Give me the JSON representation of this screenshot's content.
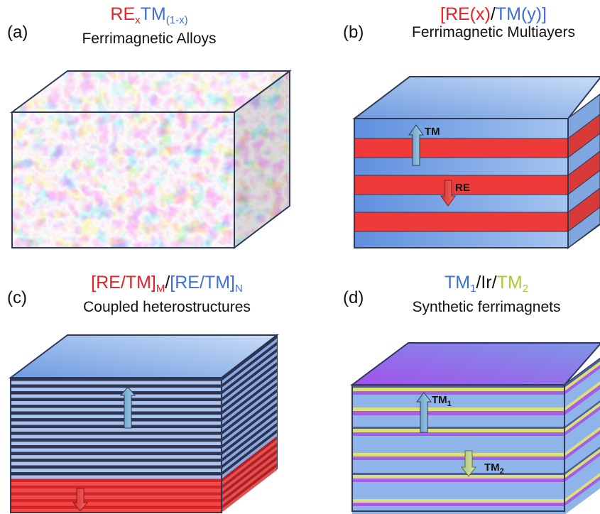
{
  "panels": [
    {
      "id": "a",
      "label": "(a)",
      "formula": {
        "p1": "RE",
        "p1_sub": "x",
        "p2": "TM",
        "p2_sub": "(1-x)"
      },
      "subtitle": "Ferrimagnetic Alloys"
    },
    {
      "id": "b",
      "label": "(b)",
      "formula": {
        "open": "[",
        "p1": "RE(x)",
        "slash": "/",
        "p2": "TM(y)",
        "close": "]"
      },
      "subtitle": "Ferrimagnetic Multiayers",
      "arrows": [
        {
          "label": "TM",
          "direction": "up"
        },
        {
          "label": "RE",
          "direction": "down"
        }
      ]
    },
    {
      "id": "c",
      "label": "(c)",
      "formula": {
        "p1": "[RE/TM]",
        "p1_sub": "M",
        "slash": "/",
        "p2": "[RE/TM]",
        "p2_sub": "N"
      },
      "subtitle": "Coupled heterostructures",
      "arrows": [
        {
          "direction": "up"
        },
        {
          "direction": "down"
        }
      ]
    },
    {
      "id": "d",
      "label": "(d)",
      "formula": {
        "p1": "TM",
        "p1_sub": "1",
        "mid": "/Ir/",
        "p2": "TM",
        "p2_sub": "2"
      },
      "subtitle": "Synthetic ferrimagnets",
      "arrows": [
        {
          "label": "TM",
          "sub": "1",
          "direction": "up"
        },
        {
          "label": "TM",
          "sub": "2",
          "direction": "down"
        }
      ]
    }
  ],
  "colors": {
    "re_red": "#ee1c24",
    "tm_blue": "#3f6fd6",
    "tm2_olive": "#b5c33a",
    "layer_blue": "#8fb4ea",
    "layer_red": "#ef3a3a",
    "layer_purple": "#a65de8",
    "layer_yellow": "#dde07a",
    "outline": "#2e3a55"
  }
}
